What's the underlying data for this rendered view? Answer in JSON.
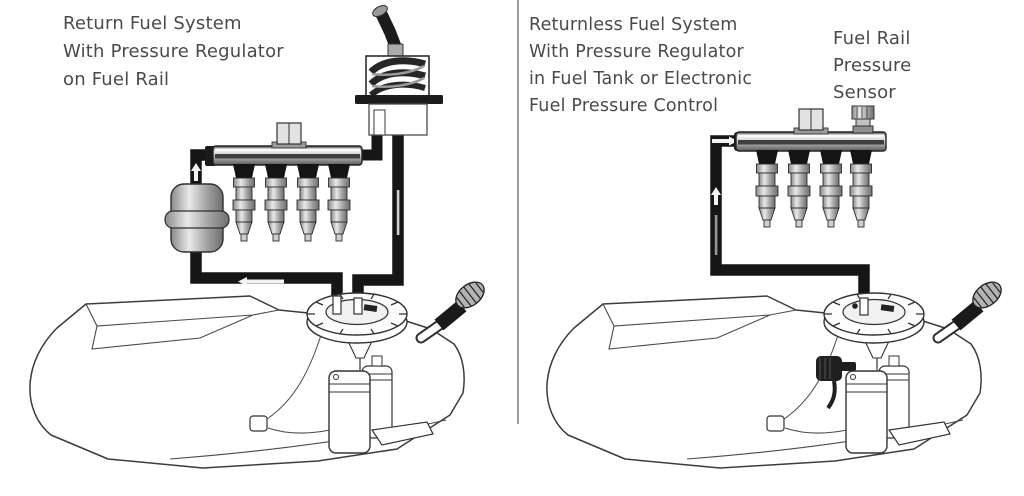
{
  "left_panel": {
    "title": "Return Fuel System\nWith Pressure Regulator\non Fuel Rail"
  },
  "right_panel": {
    "title": "Returnless Fuel System\nWith Pressure Regulator\nin Fuel Tank or Electronic\nFuel Pressure Control",
    "sensor_label": "Fuel Rail\nPressure\nSensor"
  },
  "colors": {
    "background": "#ffffff",
    "pipe": "#161616",
    "line_art": "#3c3c3c",
    "metal_light": "#e6e6e6",
    "metal_dark": "#6f6f6f",
    "divider": "#9b9b9b",
    "text": "#4a4a4a"
  }
}
